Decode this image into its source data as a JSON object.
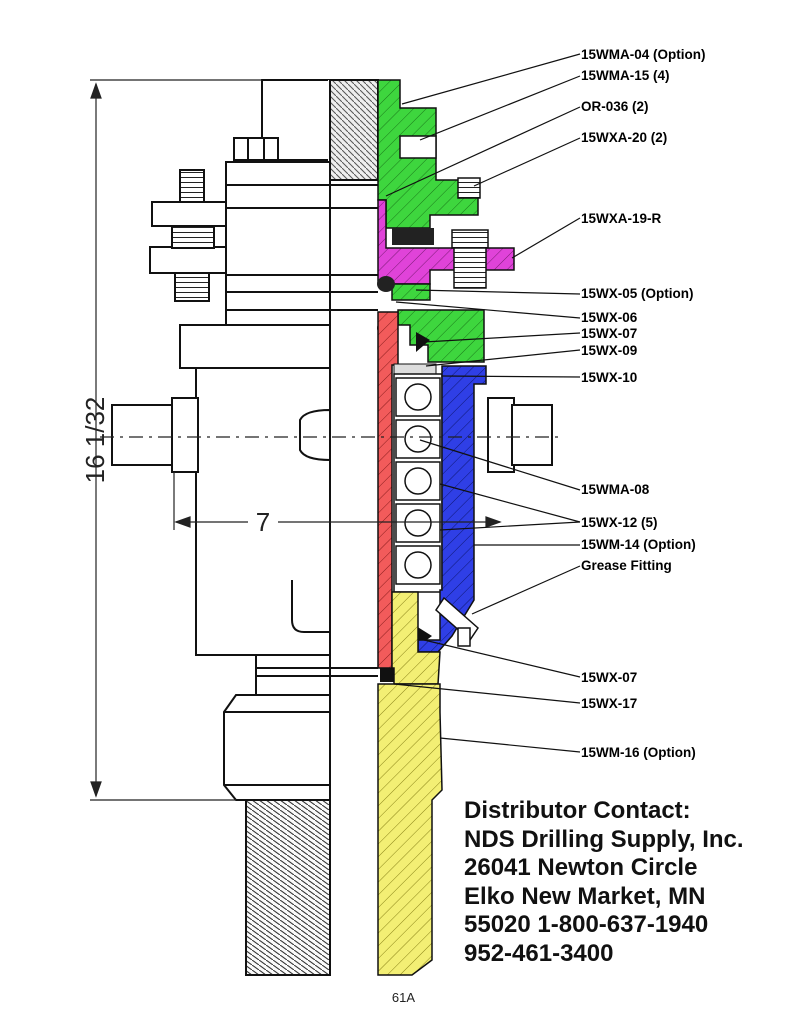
{
  "colors": {
    "green": "#3ed63e",
    "magenta": "#e043d9",
    "red": "#f25b5b",
    "blue": "#2f3fe6",
    "yellow": "#f3ef74",
    "outline": "#111111"
  },
  "callouts": [
    "15WMA-04   (Option)",
    "15WMA-15 (4)",
    "OR-036 (2)",
    "15WXA-20 (2)",
    "15WXA-19-R",
    "15WX-05  (Option)",
    "15WX-06",
    "15WX-07",
    "15WX-09",
    "15WX-10",
    "15WMA-08",
    "15WX-12 (5)",
    "15WM-14  (Option)",
    "Grease Fitting",
    "15WX-07",
    "15WX-17",
    "15WM-16  (Option)"
  ],
  "dimensions": {
    "height": "16  1/32",
    "width": "7"
  },
  "contact": [
    "Distributor Contact:",
    "NDS Drilling Supply, Inc.",
    "26041 Newton Circle",
    "Elko New Market, MN",
    "55020 1-800-637-1940",
    "952-461-3400"
  ],
  "page_number": "61A"
}
